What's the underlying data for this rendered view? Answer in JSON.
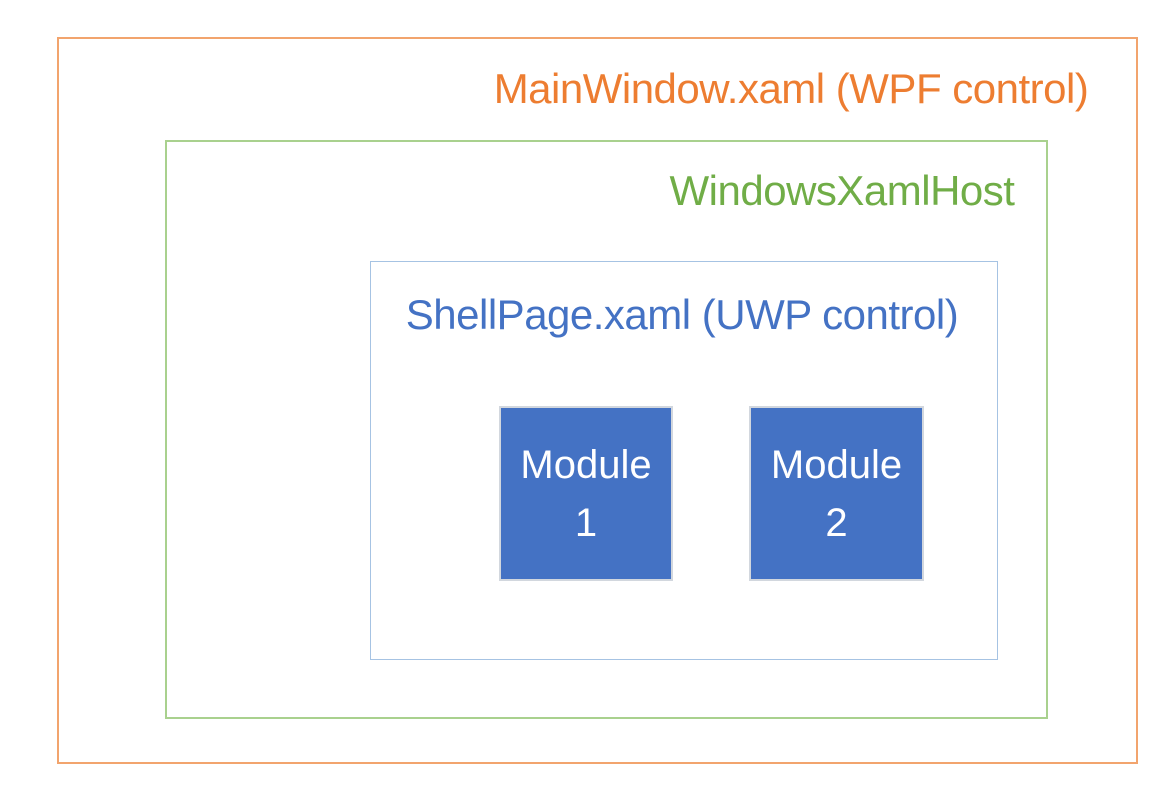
{
  "colors": {
    "orange": "#ED7D31",
    "orange_border": "#F2A46D",
    "green": "#70AD47",
    "green_border": "#A9D18E",
    "blue": "#4472C4",
    "blue_border": "#A6C3E3",
    "module_fill": "#4472C4",
    "module_border": "#D2D7DE",
    "module_text": "#FFFFFF"
  },
  "diagram": {
    "mainwindow": {
      "label": "MainWindow.xaml (WPF control)"
    },
    "xamlhost": {
      "label": "WindowsXamlHost"
    },
    "shellpage": {
      "label": "ShellPage.xaml (UWP control)"
    },
    "modules": [
      {
        "name": "Module",
        "number": "1"
      },
      {
        "name": "Module",
        "number": "2"
      }
    ]
  }
}
